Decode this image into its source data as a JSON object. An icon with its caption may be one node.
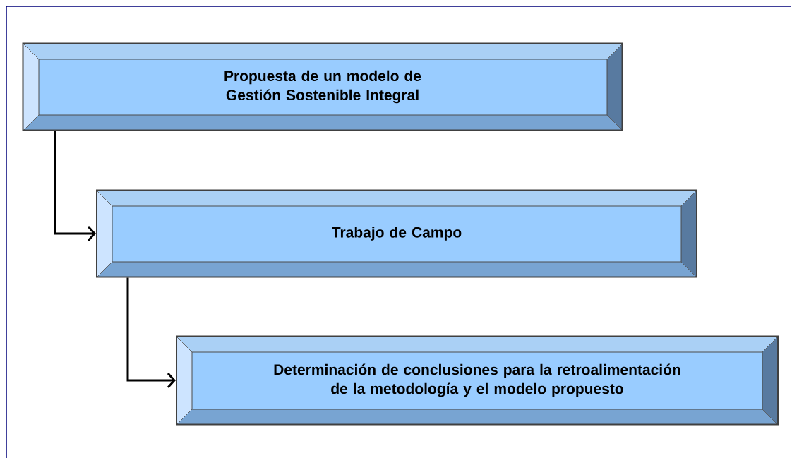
{
  "diagram": {
    "nodes": [
      {
        "text": [
          "Propuesta de un modelo de Gestión Sostenible Integral"
        ]
      },
      {
        "text": [
          "Trabajo de Campo"
        ]
      },
      {
        "text": [
          "Determinación de conclusiones para la retroalimentación de la metodología y el modelo propuesto"
        ]
      }
    ],
    "edges": [
      {
        "from": 0,
        "to": 1,
        "arrow": "to"
      },
      {
        "from": 1,
        "to": 2,
        "arrow": "to"
      }
    ]
  }
}
